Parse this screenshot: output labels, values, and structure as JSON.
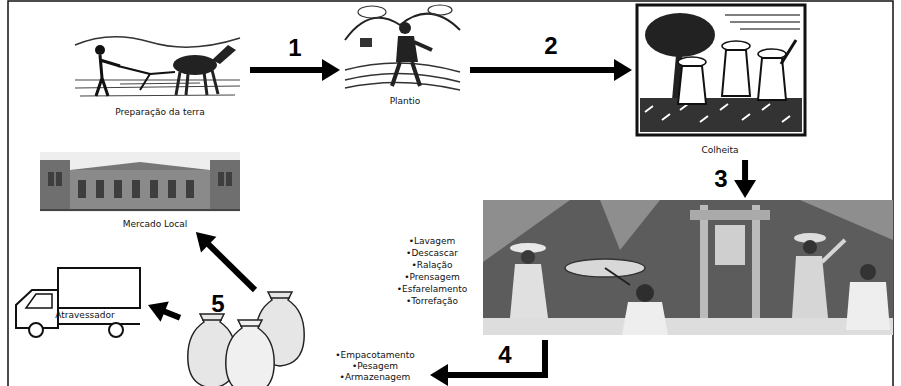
{
  "diagram": {
    "nodes": [
      {
        "text": [
          "Preparação da terra"
        ]
      },
      {
        "text": [
          "Plantio"
        ]
      },
      {
        "text": [
          "Colheita"
        ]
      },
      {
        "text": [
          "•Lavagem",
          "•Descascar",
          "•Ralação",
          "•Prensagem",
          "•Esfarelamento",
          "•Torrefação"
        ]
      },
      {
        "text": [
          "•Empacotamento",
          "•Pesagem",
          "•Armazenagem"
        ]
      },
      {
        "text": [
          "Atravessador"
        ]
      },
      {
        "text": [
          "Mercado Local"
        ]
      }
    ],
    "edges": [
      {
        "from": 0,
        "to": 1,
        "arrow": "to",
        "label": "1"
      },
      {
        "from": 1,
        "to": 2,
        "arrow": "to",
        "label": "2"
      },
      {
        "from": 2,
        "to": 3,
        "arrow": "to",
        "label": "3"
      },
      {
        "from": 3,
        "to": 4,
        "arrow": "to",
        "label": "4"
      },
      {
        "from": 4,
        "to": 5,
        "arrow": "to",
        "label": "5"
      },
      {
        "from": 4,
        "to": 6,
        "arrow": "to"
      }
    ]
  }
}
